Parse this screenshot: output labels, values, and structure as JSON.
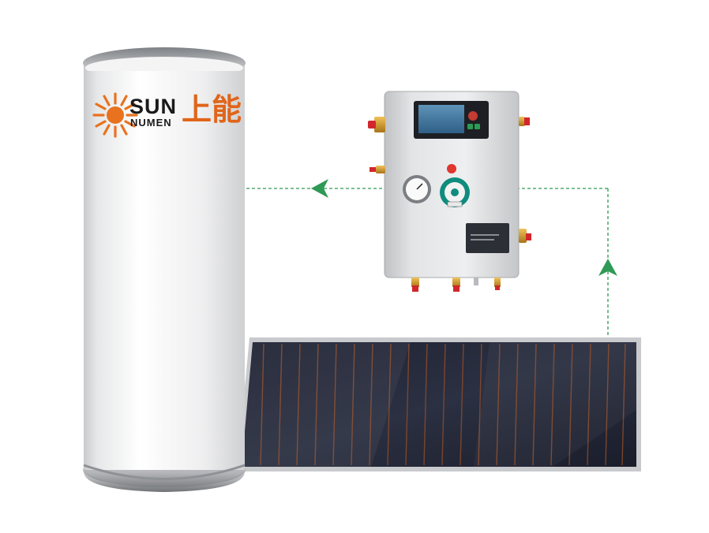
{
  "brand": {
    "name_line1": "SUN",
    "name_line2": "NUMEN",
    "name_cn": "上能",
    "logo_color": "#e8721e"
  },
  "components": {
    "tank": "storage-tank",
    "controller": "pump-station-controller",
    "collector": "flat-plate-collector"
  },
  "flow": {
    "line_color": "#2f9a55",
    "arrows": [
      "left",
      "up"
    ]
  }
}
